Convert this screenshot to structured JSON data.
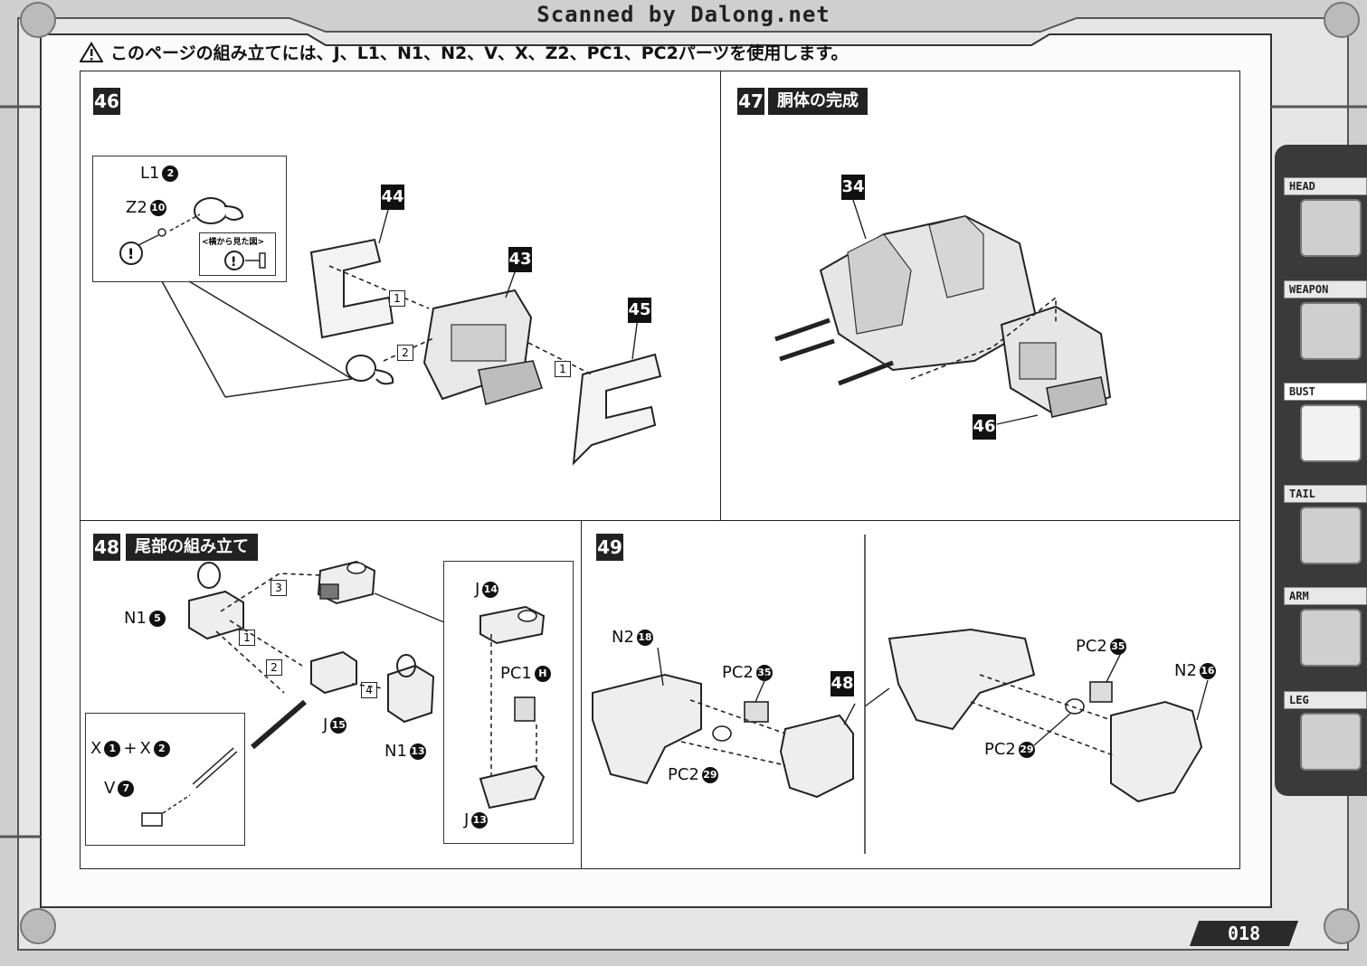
{
  "header": {
    "scan_credit": "Scanned by Dalong.net",
    "notice": "このページの組み立てには、J、L1、N1、N2、V、X、Z2、PC1、PC2パーツを使用します。"
  },
  "steps": {
    "s46": {
      "number": "46",
      "callouts": [
        "44",
        "43",
        "45"
      ],
      "step_marks": [
        "1",
        "2",
        "1"
      ],
      "inset": {
        "l1": "L1",
        "l1_num": "2",
        "z2": "Z2",
        "z2_num": "10",
        "side_view": "<横から見た図>"
      }
    },
    "s47": {
      "number": "47",
      "title": "胴体の完成",
      "callouts": [
        "34",
        "46"
      ]
    },
    "s48": {
      "number": "48",
      "title": "尾部の組み立て",
      "n1a": "N1",
      "n1a_num": "5",
      "j15": "J",
      "j15_num": "15",
      "n1b": "N1",
      "n1b_num": "13",
      "steps": [
        "3",
        "1",
        "2",
        "4"
      ],
      "inset": {
        "x1": "X",
        "x1_num": "1",
        "plus": "+",
        "x2": "X",
        "x2_num": "2",
        "v": "V",
        "v_num": "7"
      },
      "inset2": {
        "j14": "J",
        "j14_num": "14",
        "pc1": "PC1",
        "pc1_num": "H",
        "j13": "J",
        "j13_num": "13"
      }
    },
    "s49": {
      "number": "49",
      "callout": "48",
      "n2a": "N2",
      "n2a_num": "18",
      "pc2a": "PC2",
      "pc2a_num": "35",
      "pc2b": "PC2",
      "pc2b_num": "29",
      "pc2c": "PC2",
      "pc2c_num": "35",
      "n2b": "N2",
      "n2b_num": "16",
      "pc2d": "PC2",
      "pc2d_num": "29"
    }
  },
  "tabs": [
    "HEAD",
    "WEAPON",
    "BUST",
    "TAIL",
    "ARM",
    "LEG"
  ],
  "page_number": "018",
  "colors": {
    "panel_border": "#222222",
    "badge": "#222222",
    "tab_bg": "#3a3a3a",
    "frame": "#bdbdbd"
  }
}
